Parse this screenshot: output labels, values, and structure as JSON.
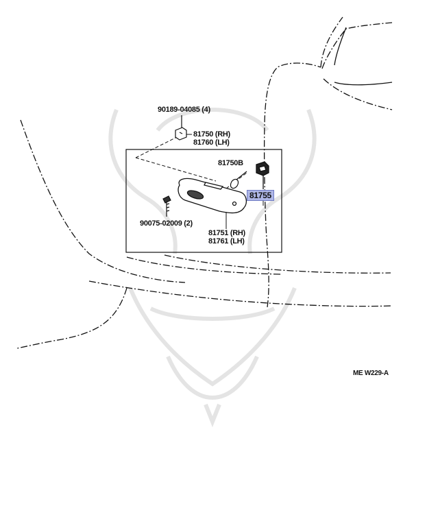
{
  "diagram": {
    "parts": {
      "clip_top": "90189-04085 (4)",
      "lamp_assy_rh": "81750 (RH)",
      "lamp_assy_lh": "81760 (LH)",
      "bulb": "81750B",
      "socket_highlighted": "81755",
      "screw": "90075-02009 (2)",
      "lens_rh": "81751 (RH)",
      "lens_lh": "81761 (LH)"
    },
    "reference_code": "ME W229-A",
    "colors": {
      "line": "#111111",
      "highlight_fill": "#aeb6e6",
      "highlight_border": "#6f7bc4",
      "watermark": "#d9d9d9"
    }
  }
}
